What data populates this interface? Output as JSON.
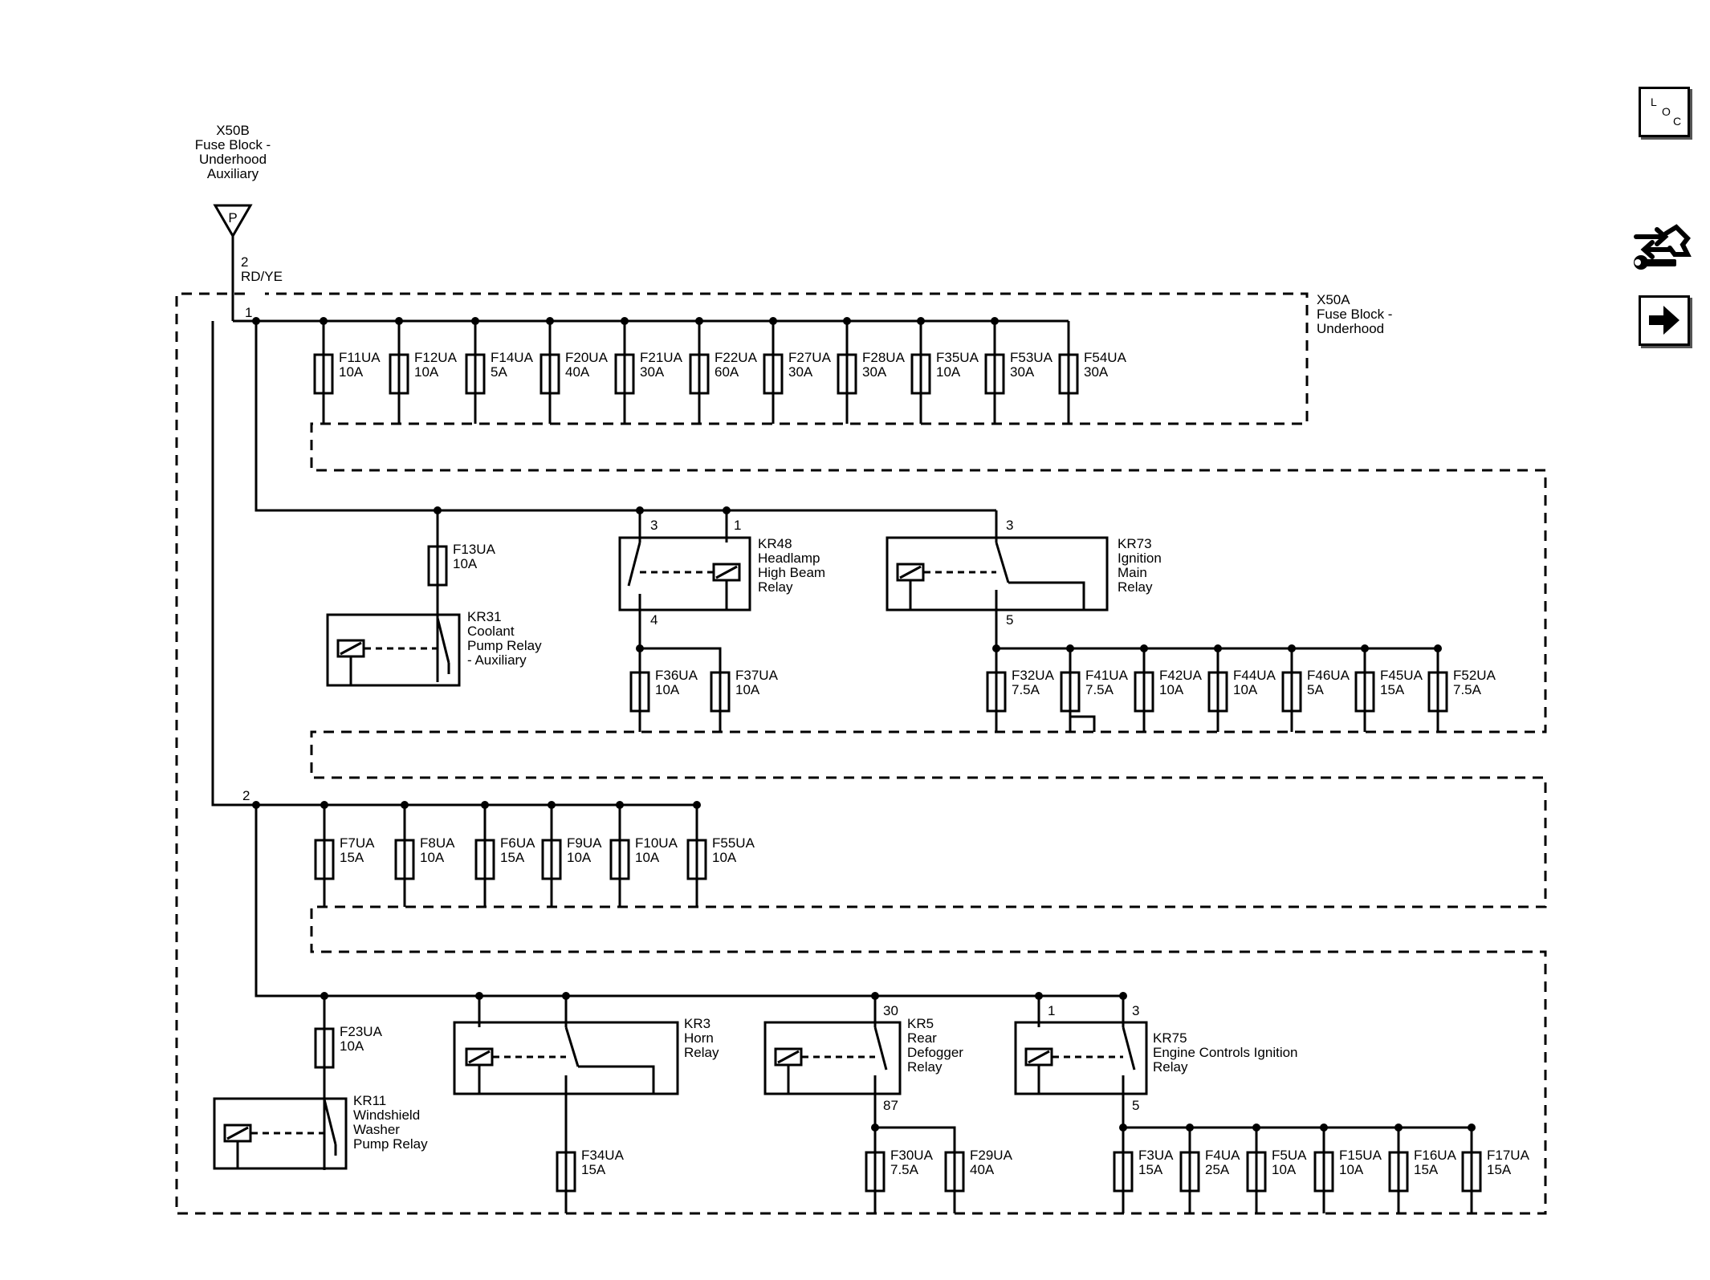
{
  "source": {
    "connector": "X50B",
    "name_lines": [
      "Fuse Block -",
      "Underhood",
      "Auxiliary"
    ],
    "symbol": "P",
    "pin": "2",
    "wire_color": "RD/YE"
  },
  "fuse_block": {
    "connector": "X50A",
    "name_lines": [
      "Fuse Block -",
      "Underhood"
    ]
  },
  "bus_pins": {
    "bus1": "1",
    "bus2": "2"
  },
  "row1_fuses": [
    {
      "name": "F11UA",
      "rating": "10A"
    },
    {
      "name": "F12UA",
      "rating": "10A"
    },
    {
      "name": "F14UA",
      "rating": "5A"
    },
    {
      "name": "F20UA",
      "rating": "40A"
    },
    {
      "name": "F21UA",
      "rating": "30A"
    },
    {
      "name": "F22UA",
      "rating": "60A"
    },
    {
      "name": "F27UA",
      "rating": "30A"
    },
    {
      "name": "F28UA",
      "rating": "30A"
    },
    {
      "name": "F35UA",
      "rating": "10A"
    },
    {
      "name": "F53UA",
      "rating": "30A"
    },
    {
      "name": "F54UA",
      "rating": "30A"
    }
  ],
  "f13": {
    "name": "F13UA",
    "rating": "10A"
  },
  "kr31": {
    "name_lines": [
      "KR31",
      "Coolant",
      "Pump Relay",
      "- Auxiliary"
    ]
  },
  "kr48": {
    "name_lines": [
      "KR48",
      "Headlamp",
      "High Beam",
      "Relay"
    ],
    "pins": [
      "3",
      "1",
      "4"
    ]
  },
  "kr48_fuses": [
    {
      "name": "F36UA",
      "rating": "10A"
    },
    {
      "name": "F37UA",
      "rating": "10A"
    }
  ],
  "kr73": {
    "name_lines": [
      "KR73",
      "Ignition",
      "Main",
      "Relay"
    ],
    "pins": [
      "3",
      "5"
    ]
  },
  "kr73_fuses": [
    {
      "name": "F32UA",
      "rating": "7.5A"
    },
    {
      "name": "F41UA",
      "rating": "7.5A"
    },
    {
      "name": "F42UA",
      "rating": "10A"
    },
    {
      "name": "F44UA",
      "rating": "10A"
    },
    {
      "name": "F46UA",
      "rating": "5A"
    },
    {
      "name": "F45UA",
      "rating": "15A"
    },
    {
      "name": "F52UA",
      "rating": "7.5A"
    }
  ],
  "row3_fuses": [
    {
      "name": "F7UA",
      "rating": "15A"
    },
    {
      "name": "F8UA",
      "rating": "10A"
    },
    {
      "name": "F6UA",
      "rating": "15A"
    },
    {
      "name": "F9UA",
      "rating": "10A"
    },
    {
      "name": "F10UA",
      "rating": "10A"
    },
    {
      "name": "F55UA",
      "rating": "10A"
    }
  ],
  "f23": {
    "name": "F23UA",
    "rating": "10A"
  },
  "kr11": {
    "name_lines": [
      "KR11",
      "Windshield",
      "Washer",
      "Pump Relay"
    ]
  },
  "kr3": {
    "name_lines": [
      "KR3",
      "Horn",
      "Relay"
    ]
  },
  "f34": {
    "name": "F34UA",
    "rating": "15A"
  },
  "kr5": {
    "name_lines": [
      "KR5",
      "Rear",
      "Defogger",
      "Relay"
    ],
    "pins": [
      "30",
      "87"
    ]
  },
  "kr5_fuses": [
    {
      "name": "F30UA",
      "rating": "7.5A"
    },
    {
      "name": "F29UA",
      "rating": "40A"
    }
  ],
  "kr75": {
    "name_lines": [
      "KR75",
      "Engine Controls Ignition",
      "Relay"
    ],
    "pins": [
      "1",
      "3",
      "5"
    ]
  },
  "kr75_fuses": [
    {
      "name": "F3UA",
      "rating": "15A"
    },
    {
      "name": "F4UA",
      "rating": "25A"
    },
    {
      "name": "F5UA",
      "rating": "10A"
    },
    {
      "name": "F15UA",
      "rating": "10A"
    },
    {
      "name": "F16UA",
      "rating": "15A"
    },
    {
      "name": "F17UA",
      "rating": "15A"
    }
  ],
  "loc_button": {
    "letters": [
      "L",
      "O",
      "C"
    ]
  },
  "icons": {
    "service": "service-info-icon",
    "navigate": "navigate-arrow-icon"
  }
}
